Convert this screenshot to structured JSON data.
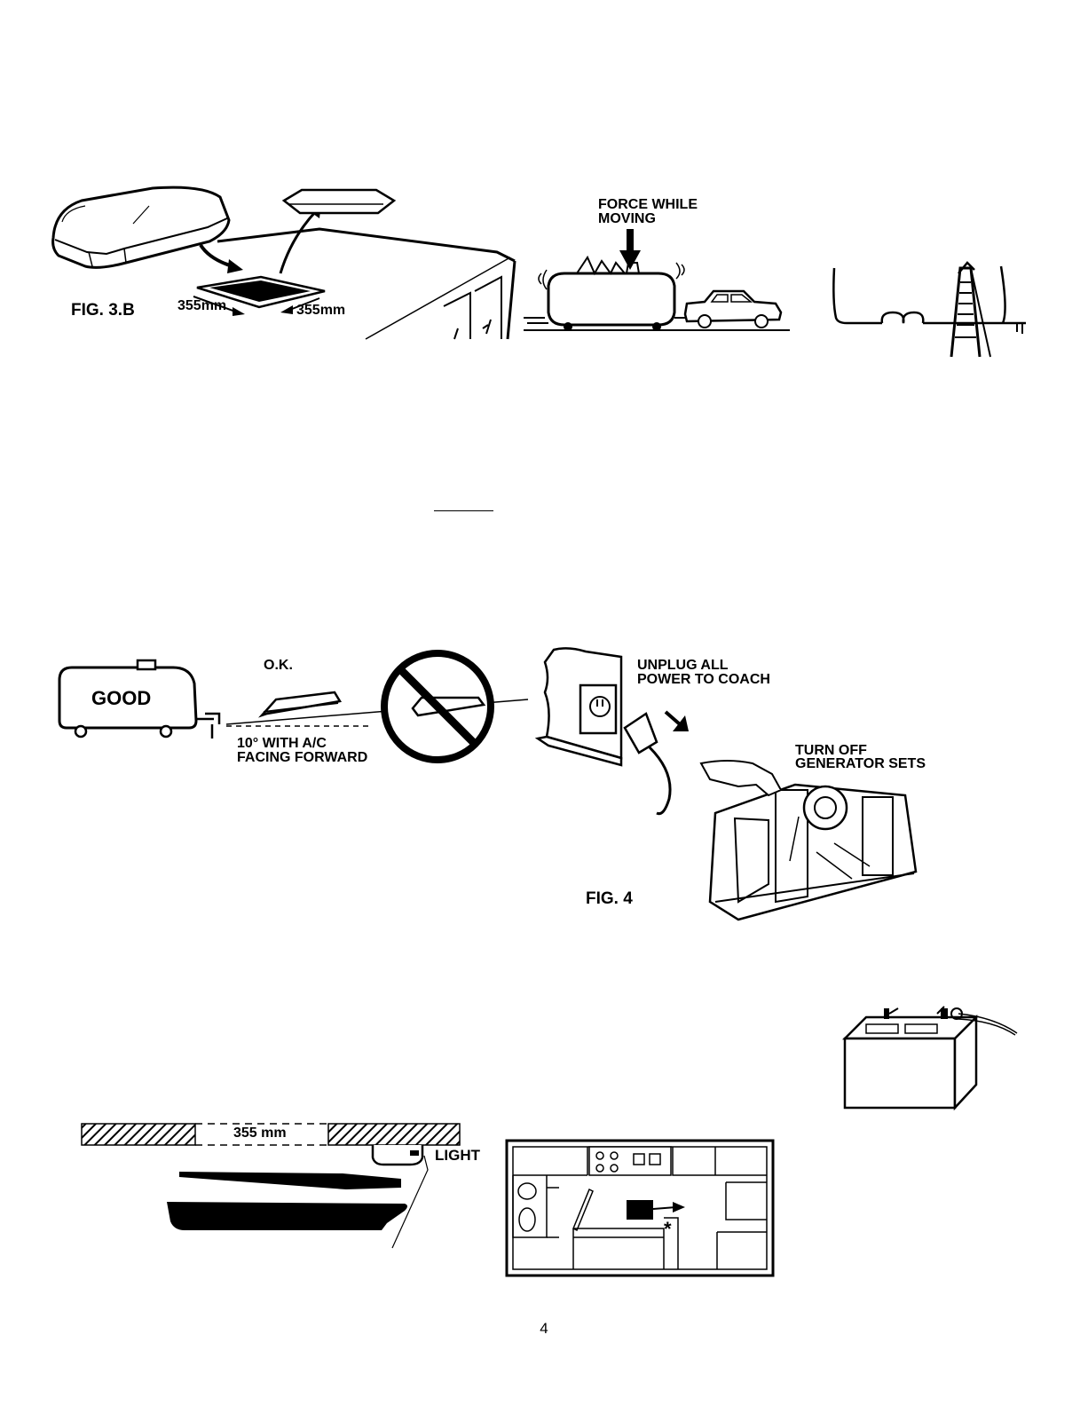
{
  "figure_3b": {
    "label": "FIG. 3.B",
    "dim_left": "355mm",
    "dim_right": "355mm"
  },
  "force_figure": {
    "label_line1": "FORCE WHILE",
    "label_line2": "MOVING"
  },
  "mounting_figure": {
    "good_label": "GOOD",
    "ok_label": "O.K.",
    "angle_line1": "10° WITH A/C",
    "angle_line2": "FACING FORWARD"
  },
  "figure_4": {
    "label": "FIG. 4",
    "unplug_line1": "UNPLUG ALL",
    "unplug_line2": "POWER TO COACH",
    "generator_line1": "TURN OFF",
    "generator_line2": "GENERATOR SETS"
  },
  "ceiling_figure": {
    "opening_label": "355 mm",
    "light_label": "LIGHT"
  },
  "floorplan_figure": {
    "marker": "*"
  },
  "page": {
    "number": "4"
  }
}
